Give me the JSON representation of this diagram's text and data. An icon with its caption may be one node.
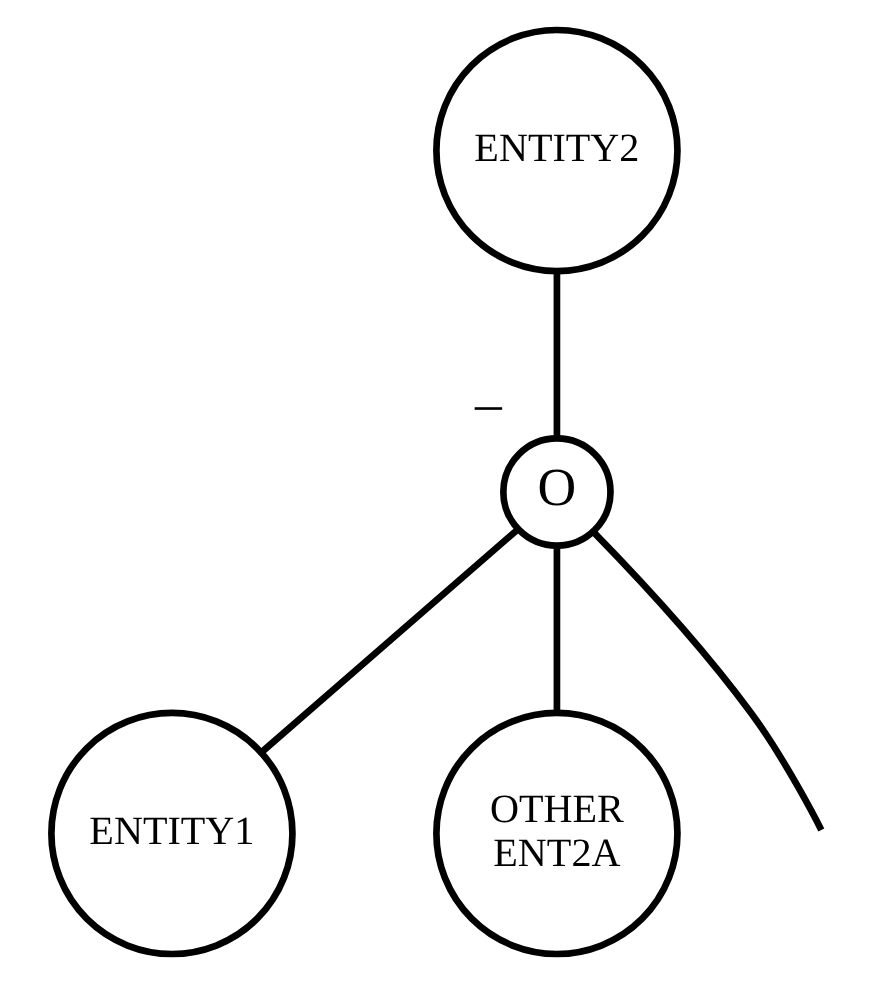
{
  "diagram": {
    "nodes": [
      {
        "text": [
          "ENTITY2"
        ]
      },
      {
        "text": [
          "O"
        ],
        "beside": [
          "–"
        ]
      },
      {
        "text": [
          "ENTITY1"
        ]
      },
      {
        "text": [
          "OTHER ENT2A"
        ]
      }
    ],
    "edges": [
      {
        "from": 0,
        "to": 1,
        "arrow": "none"
      },
      {
        "from": 1,
        "to": 2,
        "arrow": "none"
      },
      {
        "from": 1,
        "to": null,
        "arrow": "none"
      },
      {
        "from": 1,
        "to": 3,
        "arrow": "none"
      }
    ]
  }
}
